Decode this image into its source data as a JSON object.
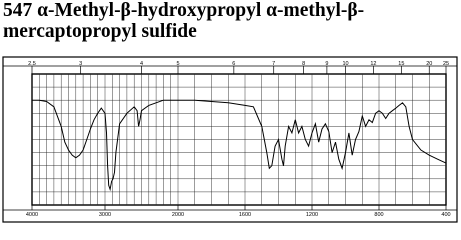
{
  "heading": {
    "line1": "547 α-Methyl-β-hydroxypropyl α-methyl-β-",
    "line2": "mercaptopropyl sulfide"
  },
  "chart_data": {
    "type": "line",
    "title": "547 α-Methyl-β-hydroxypropyl α-methyl-β-mercaptopropyl sulfide",
    "bottom_axis": {
      "ticks": [
        "4000",
        "3000",
        "2000",
        "1600",
        "1200",
        "800",
        "400"
      ]
    },
    "top_axis": {
      "ticks": [
        "2.5",
        "3",
        "4",
        "5",
        "6",
        "7",
        "8",
        "9",
        "10",
        "12",
        "15",
        "20",
        "25"
      ]
    },
    "xlim": [
      4000,
      400
    ],
    "ylim": [
      0,
      100
    ],
    "grid": true,
    "series": [
      {
        "x": [
          4000,
          3900,
          3800,
          3700,
          3600,
          3550,
          3500,
          3450,
          3400,
          3350,
          3300,
          3250,
          3200,
          3150,
          3100,
          3050,
          3000,
          2980,
          2965,
          2950,
          2930,
          2910,
          2890,
          2870,
          2850,
          2800,
          2700,
          2600,
          2560,
          2540,
          2520,
          2500,
          2400,
          2300,
          2200,
          2100,
          2000,
          1900,
          1800,
          1700,
          1600,
          1550,
          1500,
          1470,
          1455,
          1440,
          1420,
          1400,
          1380,
          1370,
          1360,
          1340,
          1320,
          1300,
          1280,
          1260,
          1240,
          1220,
          1200,
          1180,
          1160,
          1140,
          1120,
          1100,
          1080,
          1060,
          1040,
          1020,
          1000,
          980,
          960,
          940,
          920,
          900,
          880,
          860,
          840,
          820,
          800,
          780,
          760,
          740,
          720,
          700,
          680,
          660,
          640,
          620,
          600,
          550,
          500,
          450,
          400
        ],
        "y": [
          80,
          80,
          79,
          75,
          60,
          48,
          42,
          38,
          36,
          38,
          42,
          50,
          58,
          65,
          70,
          74,
          70,
          55,
          30,
          15,
          12,
          18,
          20,
          25,
          40,
          62,
          70,
          75,
          72,
          60,
          65,
          72,
          76,
          78,
          80,
          80,
          80,
          80,
          79,
          78,
          76,
          75,
          60,
          40,
          28,
          30,
          45,
          50,
          35,
          30,
          45,
          60,
          55,
          65,
          55,
          60,
          50,
          45,
          55,
          62,
          48,
          58,
          62,
          56,
          40,
          48,
          35,
          28,
          40,
          55,
          38,
          50,
          56,
          68,
          60,
          65,
          63,
          70,
          72,
          70,
          66,
          70,
          72,
          74,
          76,
          78,
          75,
          60,
          50,
          42,
          38,
          35,
          32
        ]
      }
    ]
  }
}
